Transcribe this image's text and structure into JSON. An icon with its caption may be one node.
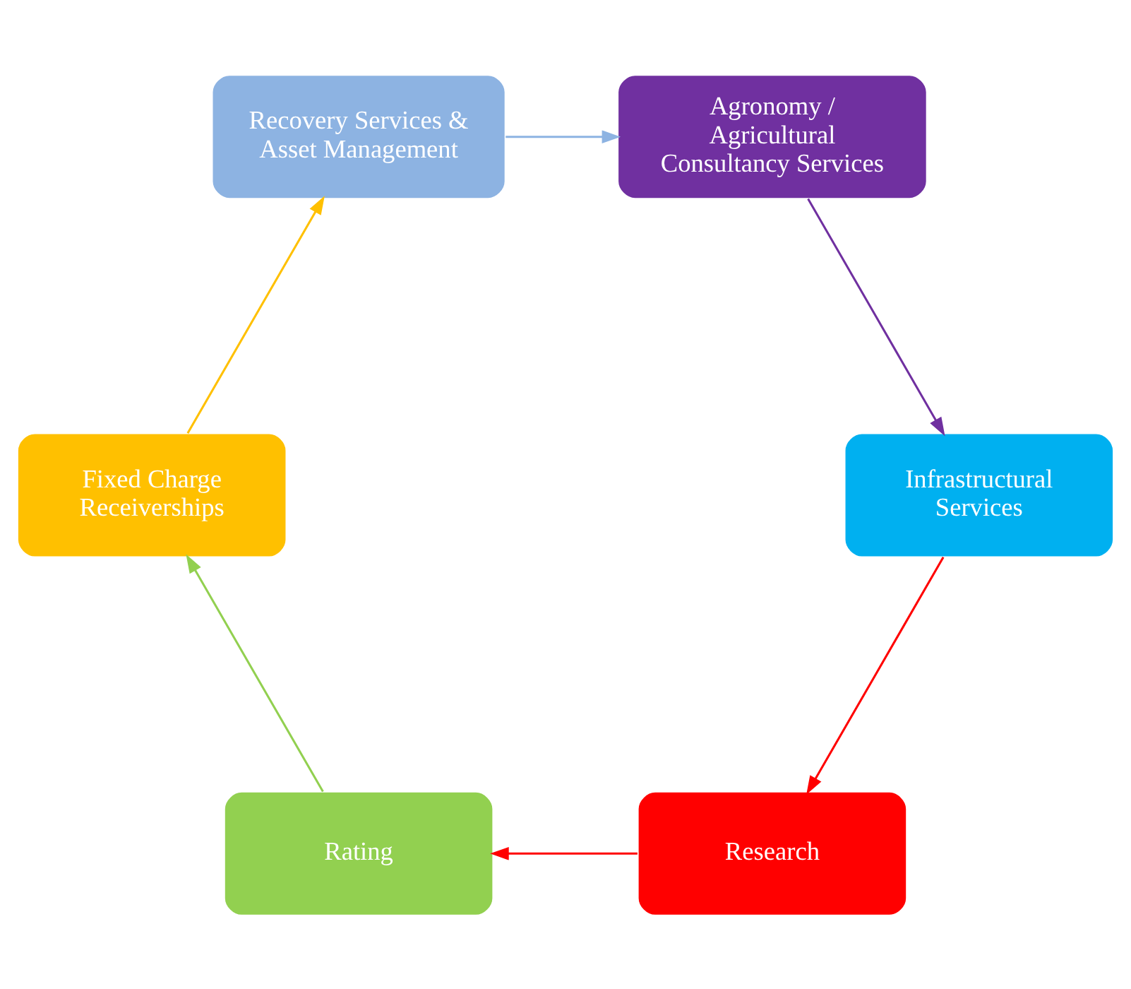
{
  "diagram": {
    "nodes": [
      {
        "text": [
          "Research"
        ]
      },
      {
        "text": [
          "Rating"
        ]
      },
      {
        "text": [
          "Fixed Charge Receiverships"
        ]
      },
      {
        "text": [
          "Recovery Services & Asset Management"
        ]
      },
      {
        "text": [
          "Agronomy / Agricultural Consultancy Services"
        ]
      },
      {
        "text": [
          "Infrastructural Services"
        ]
      }
    ],
    "edges": [
      {
        "from": 0,
        "to": 1,
        "arrow": "to",
        "color": "#ff0000"
      },
      {
        "from": 1,
        "to": 2,
        "arrow": "to",
        "color": "#92d050"
      },
      {
        "from": 2,
        "to": 3,
        "arrow": "to",
        "color": "#ffc000"
      },
      {
        "from": 3,
        "to": 4,
        "arrow": "to",
        "color": "#8db3e2"
      },
      {
        "from": 4,
        "to": 5,
        "arrow": "to",
        "color": "#7030a0"
      },
      {
        "from": 5,
        "to": 0,
        "arrow": "to",
        "color": "#ff0000"
      }
    ]
  }
}
